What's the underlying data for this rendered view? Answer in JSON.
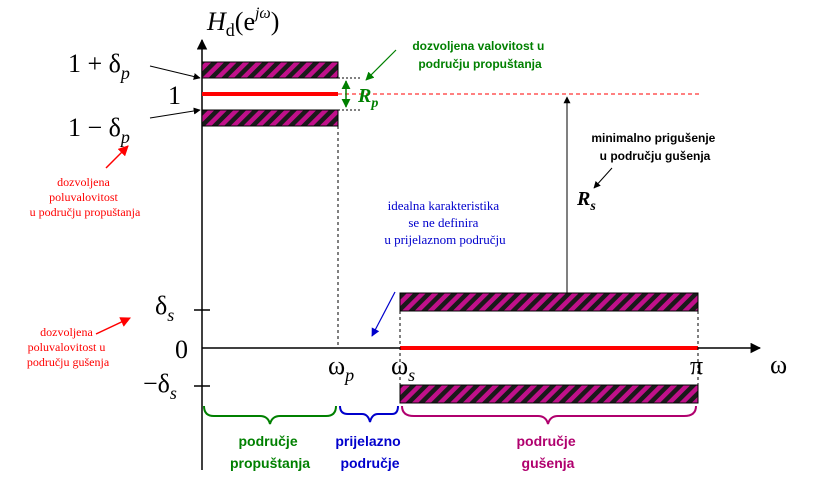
{
  "axes": {
    "y_label_main": "H",
    "y_label_sub": "d",
    "y_label_arg": "(e",
    "y_label_sup": "jω",
    "y_label_close": ")",
    "x_label": "ω"
  },
  "y_ticks": {
    "one_plus_delta_main": "1 + δ",
    "one_plus_delta_sub": "p",
    "one": "1",
    "one_minus_delta_main": "1 − δ",
    "one_minus_delta_sub": "p",
    "delta_s_main": "δ",
    "delta_s_sub": "s",
    "zero": "0",
    "neg_delta_s_main": "−δ",
    "neg_delta_s_sub": "s"
  },
  "x_ticks": {
    "omega_p_main": "ω",
    "omega_p_sub": "p",
    "omega_s_main": "ω",
    "omega_s_sub": "s",
    "pi": "π"
  },
  "annotations": {
    "rp_main": "R",
    "rp_sub": "p",
    "rs_main": "R",
    "rs_sub": "s",
    "ripple_pass_line1": "dozvoljena valovitost u",
    "ripple_pass_line2": "području propuštanja",
    "halfripple_pass_line1": "dozvoljena",
    "halfripple_pass_line2": "poluvalovitost",
    "halfripple_pass_line3": "u području propuštanja",
    "min_atten_line1": "minimalno prigušenje",
    "min_atten_line2": "u području gušenja",
    "ideal_line1": "idealna karakteristika",
    "ideal_line2": "se ne definira",
    "ideal_line3": "u prijelaznom području",
    "halfripple_stop_line1": "dozvoljena",
    "halfripple_stop_line2": "poluvalovitost u",
    "halfripple_stop_line3": "području gušenja"
  },
  "regions": {
    "pass_line1": "područje",
    "pass_line2": "propuštanja",
    "trans_line1": "prijelazno",
    "trans_line2": "područje",
    "stop_line1": "područje",
    "stop_line2": "gušenja"
  },
  "colors": {
    "red": "#ff0000",
    "green": "#008000",
    "blue": "#0000cc",
    "magenta": "#b0006e",
    "hatch_dark": "#1a1a1a"
  }
}
